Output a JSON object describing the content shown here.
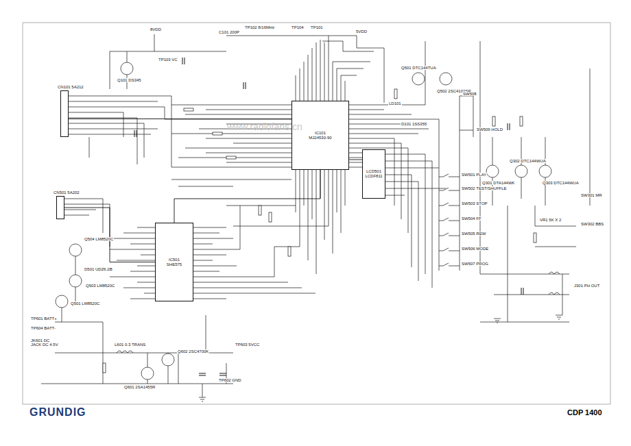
{
  "diagram": {
    "nodes": [
      {
        "text": [
          "CN101 5A212"
        ]
      },
      {
        "text": [
          "IC101",
          "MJ24530-90"
        ]
      },
      {
        "text": [
          "LCD501",
          "LCDF811"
        ]
      },
      {
        "text": [
          "CN501 5A202"
        ]
      },
      {
        "text": [
          "IC501",
          "SHE575"
        ]
      }
    ],
    "edges": [
      {
        "from": 0,
        "to": 1,
        "arrow": "none"
      },
      {
        "from": 1,
        "to": 2,
        "arrow": "none"
      },
      {
        "from": 3,
        "to": 4,
        "arrow": "none"
      },
      {
        "from": 4,
        "to": 1,
        "arrow": "none"
      }
    ],
    "labels": [
      "GRUNDIG",
      "CDP 1400",
      "www.radiofans.cn",
      "8VDD",
      "C101 200P",
      "TP102 8/16MHz",
      "TP104",
      "TP101",
      "5VDD",
      "Q101 DS345",
      "TP103 VC",
      "LD101",
      "D101 1SS355",
      "Q501 DTC144TUA",
      "Q502 2SC4102SR",
      "SW508",
      "SW509 HOLD",
      "SW501 PLAY",
      "SW502 TEST/SHUFFLE",
      "SW503 STOP",
      "SW504 FF",
      "SW505 REW",
      "SW506 MODE",
      "SW507 PROG",
      "Q301 DTA144WK",
      "Q302 DTC144WUA",
      "Q303 DTC144WUA",
      "VR1 5K X 2",
      "SW301 MR",
      "SW302 BBS",
      "J301 PH OUT",
      "Q504 LM8520C",
      "D501 UDZ6.2B",
      "Q503 LM8520C",
      "Q501 LM8520C",
      "TP601 BATT+",
      "TP604 BATT-",
      "JK601 DC JACK DC 4.5V",
      "L601 0.3 TRANS",
      "Q602 2SC4700K",
      "Q601 2SA1455R",
      "TP603 5VCC",
      "TP602 GND"
    ]
  }
}
